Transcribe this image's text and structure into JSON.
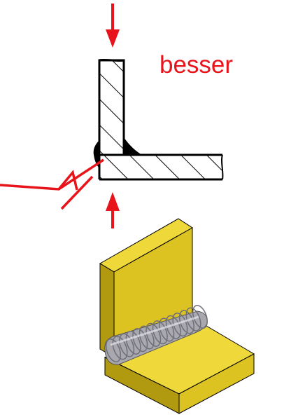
{
  "label": {
    "text": "besser"
  },
  "colors": {
    "arrow": "#e8141b",
    "weld_symbol_line": "#e8141b",
    "label_text": "#e8141b",
    "hatch": "#000000",
    "plate_front": "#dcc321",
    "plate_top": "#efd93a",
    "plate_side": "#b29a10",
    "weld_bead": "#a8a8ae",
    "weld_bead_ripple": "#6e6e78"
  },
  "icons": {
    "top_arrow": "arrow-down",
    "bottom_arrow": "arrow-up",
    "weld_symbol": "fillet-weld-symbol"
  }
}
